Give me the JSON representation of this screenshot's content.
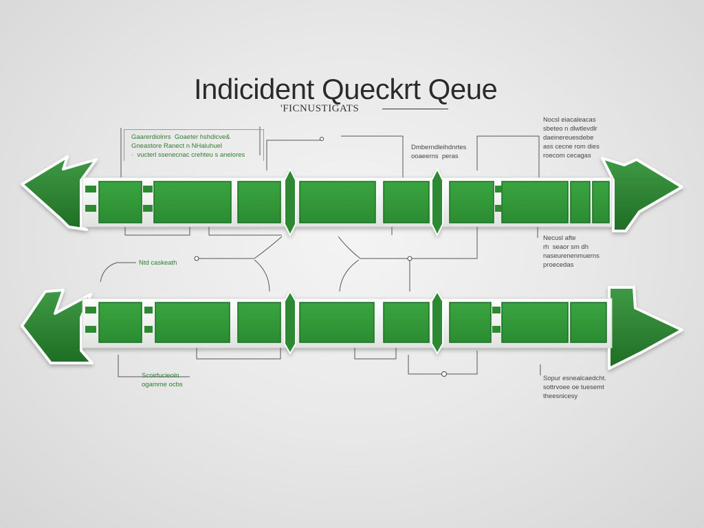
{
  "diagram": {
    "title": "Indicident Queckrt Qeue",
    "subtitle": "'FICNUSTIGATS",
    "colors": {
      "arrow_green": "#2d8a32",
      "arrow_dark": "#1e6b24",
      "box_green": "#33a039",
      "outline": "#ffffff",
      "line": "#555555",
      "text_green": "#2f7d32"
    },
    "annotations": {
      "top_left_box": "Gaarerdiolnrs  Goaeter hshdicve&\nGneastore Ranect n NHaluhuel\n·  vucterl ssenecnac crehteu s aneiores",
      "top_center": "Dmberndleihdnrtes\nooaeerns  peras",
      "top_right": "Nocsl eiacaleacas\nsbeteo n dlwtlevdlr\ndaeinereuesdebe\nass cecne rom dies\nroecom cecagas",
      "mid_left": "Ntd caskeath",
      "mid_right": "Necusl afte\nrh  seaor sm dh\nnaseurenenmuerns\nproecedas",
      "bottom_left": "Scoirfucieoln\nogamme ocbs",
      "bottom_right": "Sopur esnealcaedcht.\nsottrvoee oe tuesemt\ntheesnicesy"
    }
  }
}
